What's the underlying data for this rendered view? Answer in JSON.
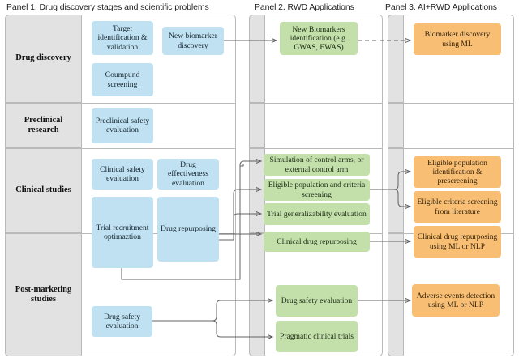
{
  "figure": {
    "panels": [
      {
        "id": "p1",
        "title": "Panel 1. Drug discovery stages and scientific problems"
      },
      {
        "id": "p2",
        "title": "Panel 2. RWD Applications"
      },
      {
        "id": "p3",
        "title": "Panel 3. AI+RWD Applications"
      }
    ],
    "stages": [
      {
        "id": "drug-discovery",
        "label": "Drug discovery"
      },
      {
        "id": "preclinical-research",
        "label": "Preclinical research"
      },
      {
        "id": "clinical-studies",
        "label": "Clinical studies"
      },
      {
        "id": "post-marketing-studies",
        "label": "Post-marketing studies"
      }
    ],
    "panel1_nodes": [
      {
        "id": "target-identification-validation",
        "label": "Target identification & validation"
      },
      {
        "id": "new-biomarker-discovery",
        "label": "New biomarker discovery"
      },
      {
        "id": "coumpund-screening",
        "label": "Coumpund screening"
      },
      {
        "id": "preclinical-safety-evaluation",
        "label": "Preclinical safety evaluation"
      },
      {
        "id": "clinical-safety-evaluation",
        "label": "Clinical safety evaluation"
      },
      {
        "id": "drug-effectiveness-evaluation",
        "label": "Drug effectiveness evaluation"
      },
      {
        "id": "trial-recruitment-optimaztion",
        "label": "Trial recruitment optimaztion"
      },
      {
        "id": "drug-repurposing",
        "label": "Drug repurposing"
      },
      {
        "id": "drug-safety-evaluation-p1",
        "label": "Drug safety evaluation"
      }
    ],
    "panel2_nodes": [
      {
        "id": "new-biomarkers-identification",
        "label": "New Biomarkers identification (e.g. GWAS, EWAS)"
      },
      {
        "id": "simulation-of-control-arms",
        "label": "Simulation of control arms, or external control arm"
      },
      {
        "id": "eligible-population-criteria-screening",
        "label": "Eligible population and criteria screening"
      },
      {
        "id": "trial-generalizability-evaluation",
        "label": "Trial generalizability evaluation"
      },
      {
        "id": "clinical-drug-repurposing",
        "label": "Clinical drug repurposing"
      },
      {
        "id": "drug-safety-evaluation-p2",
        "label": "Drug safety evaluation"
      },
      {
        "id": "pragmatic-clinical-trials",
        "label": "Pragmatic clinical trials"
      }
    ],
    "panel3_nodes": [
      {
        "id": "biomarker-discovery-using-ml",
        "label": "Biomarker discovery using ML"
      },
      {
        "id": "eligible-population-identification-prescreening",
        "label": "Eligible population identification & prescreening"
      },
      {
        "id": "eligible-criteria-screening-from-literature",
        "label": "Eligible criteria screening from literature"
      },
      {
        "id": "clinical-drug-repurposing-ml-nlp",
        "label": "Clinical drug repurposing using ML or NLP"
      },
      {
        "id": "adverse-events-detection-ml-nlp",
        "label": "Adverse events detection using ML or NLP"
      }
    ],
    "colors": {
      "panel1_node": "#bfe1f2",
      "panel2_node": "#c3e0ab",
      "panel3_node": "#f8be74",
      "stage_column": "#e2e2e2",
      "border": "#b9b9b9",
      "connector": "#636363",
      "background": "#ffffff"
    }
  }
}
